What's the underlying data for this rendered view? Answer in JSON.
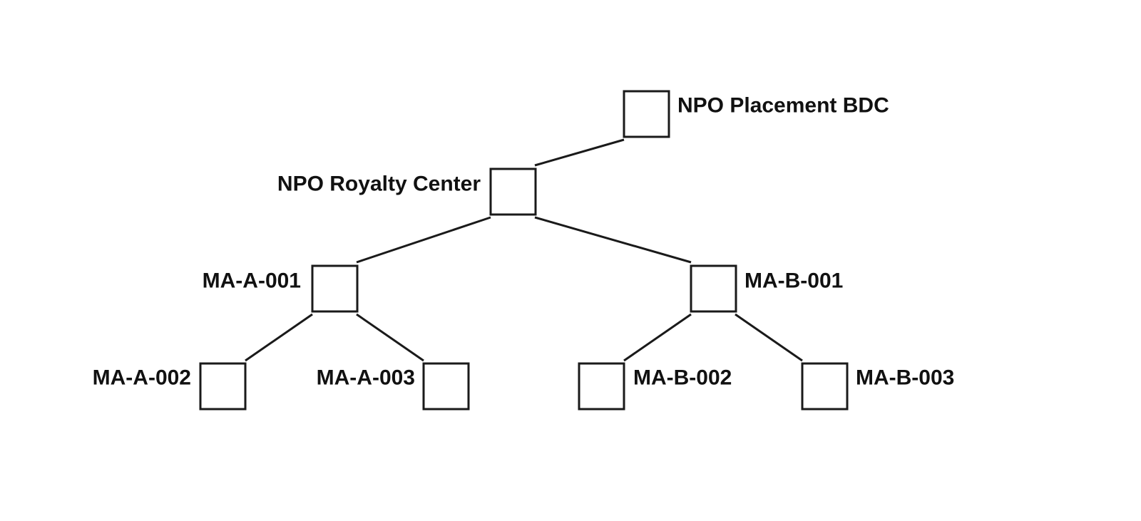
{
  "diagram": {
    "type": "tree",
    "nodes": {
      "npo_placement_bdc": {
        "label": "NPO Placement BDC"
      },
      "npo_royalty_center": {
        "label": "NPO Royalty Center"
      },
      "ma_a_001": {
        "label": "MA-A-001"
      },
      "ma_b_001": {
        "label": "MA-B-001"
      },
      "ma_a_002": {
        "label": "MA-A-002"
      },
      "ma_a_003": {
        "label": "MA-A-003"
      },
      "ma_b_002": {
        "label": "MA-B-002"
      },
      "ma_b_003": {
        "label": "MA-B-003"
      }
    },
    "edges": [
      {
        "from": "npo_placement_bdc",
        "to": "npo_royalty_center"
      },
      {
        "from": "npo_royalty_center",
        "to": "ma_a_001"
      },
      {
        "from": "npo_royalty_center",
        "to": "ma_b_001"
      },
      {
        "from": "ma_a_001",
        "to": "ma_a_002"
      },
      {
        "from": "ma_a_001",
        "to": "ma_a_003"
      },
      {
        "from": "ma_b_001",
        "to": "ma_b_002"
      },
      {
        "from": "ma_b_001",
        "to": "ma_b_003"
      }
    ],
    "colors": {
      "stroke": "#1a1a1a",
      "text": "#111111",
      "background": "#ffffff"
    }
  }
}
